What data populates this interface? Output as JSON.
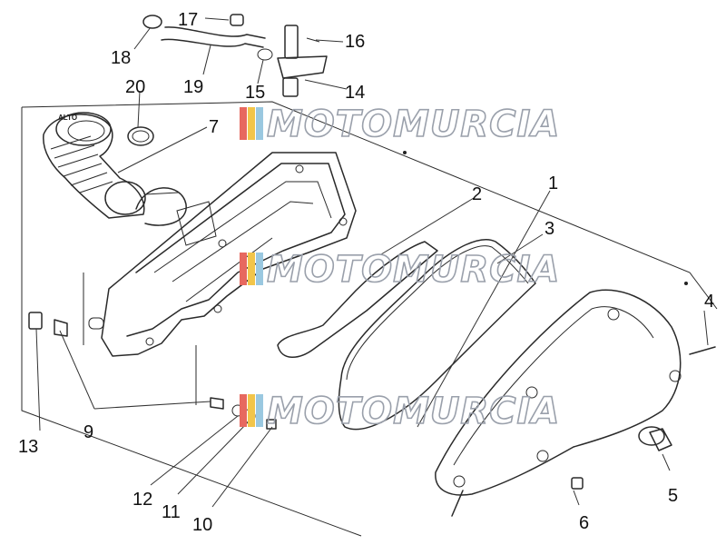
{
  "watermark": {
    "text": "MOTOMURCIA",
    "flag_colors": [
      "#e7685f",
      "#f2c54a",
      "#9ac8e0"
    ]
  },
  "callouts": [
    "1",
    "2",
    "3",
    "4",
    "5",
    "6",
    "7",
    "9",
    "10",
    "11",
    "12",
    "13",
    "14",
    "15",
    "16",
    "17",
    "18",
    "19",
    "20"
  ],
  "tube_stamp": "ALTO"
}
